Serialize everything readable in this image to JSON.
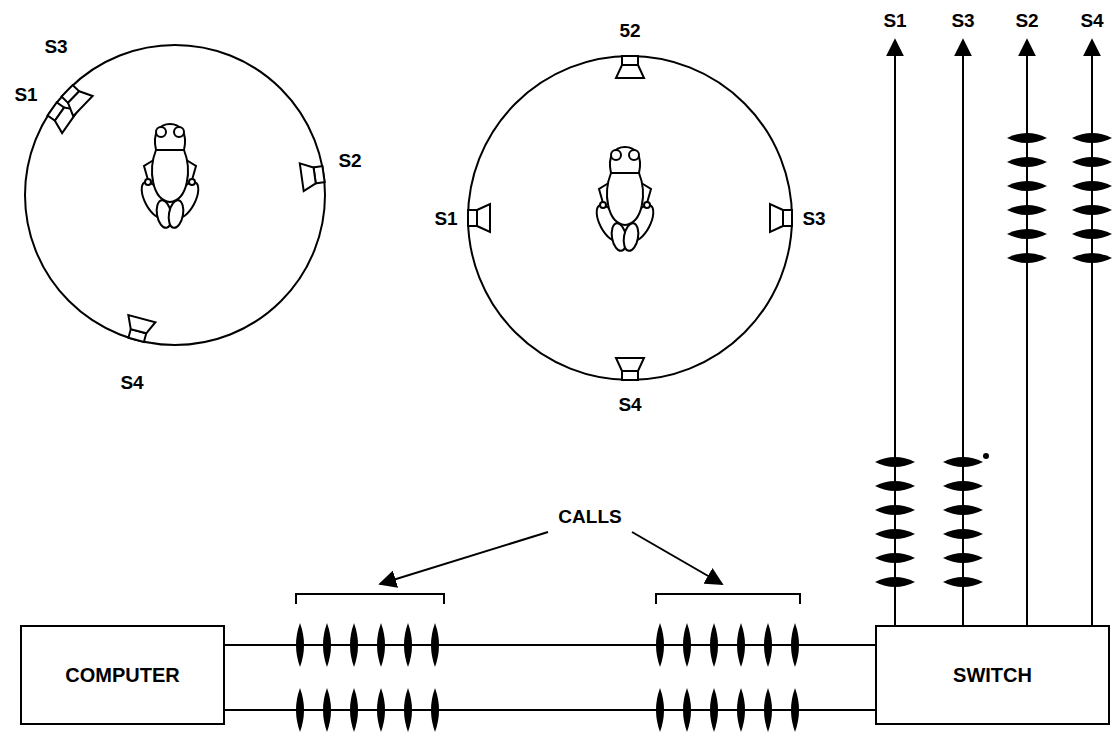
{
  "diagram": {
    "nodes": [
      {
        "text": [
          "COMPUTER"
        ]
      },
      {
        "text": [
          "SWITCH"
        ]
      }
    ],
    "edges": [
      {
        "from": 0,
        "to": 1,
        "arrow": "none"
      },
      {
        "from": 0,
        "to": 1,
        "arrow": "none"
      }
    ],
    "labels": [
      "S3",
      "S1",
      "S2",
      "S4",
      "52",
      "S1",
      "S3",
      "S4",
      "CALLS",
      "S1",
      "S3",
      "S2",
      "S4"
    ]
  }
}
